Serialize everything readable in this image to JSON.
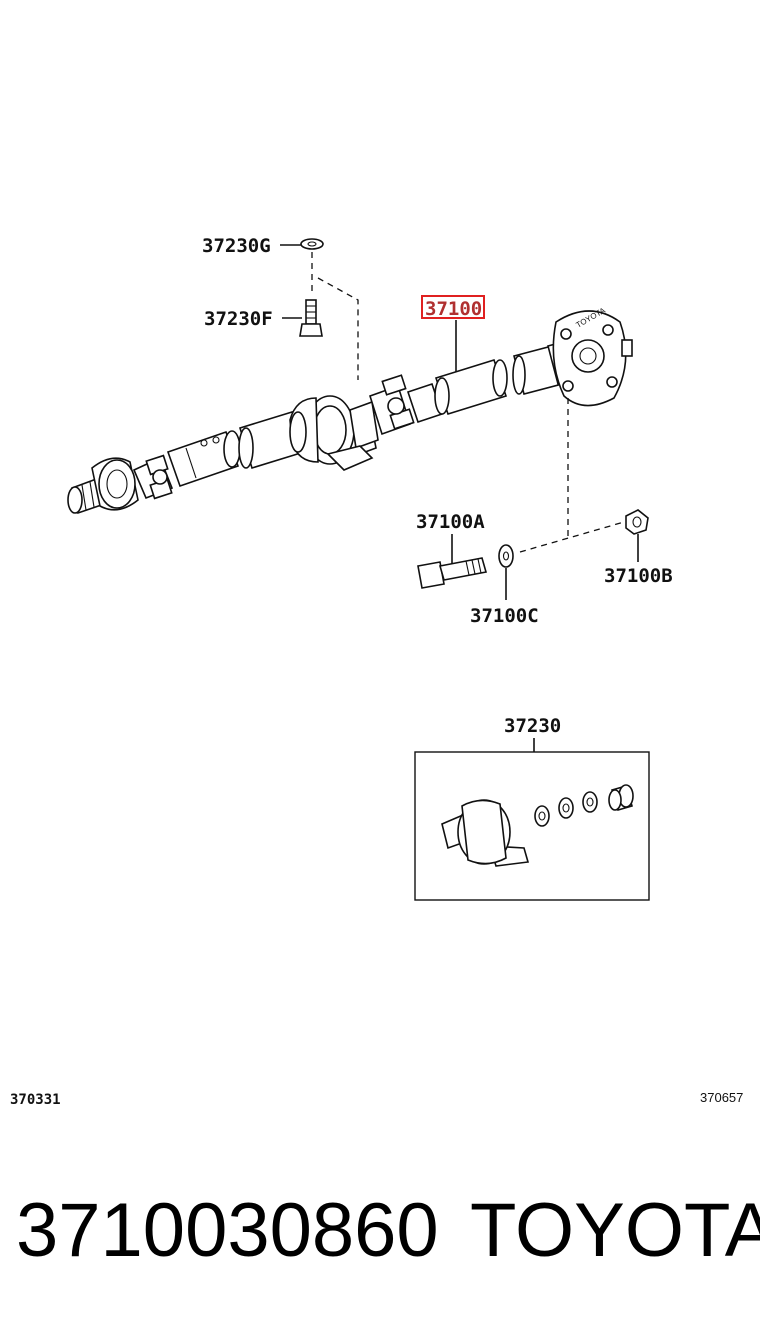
{
  "callouts": {
    "c37230g": "37230G",
    "c37230f": "37230F",
    "c37100": "37100",
    "c37100a": "37100A",
    "c37100b": "37100B",
    "c37100c": "37100C",
    "c37230": "37230"
  },
  "highlight_color": "#e02020",
  "footer": {
    "left_code": "370331",
    "right_code": "370657"
  },
  "caption": {
    "part_number": "3710030860",
    "brand": "TOYOTA"
  }
}
